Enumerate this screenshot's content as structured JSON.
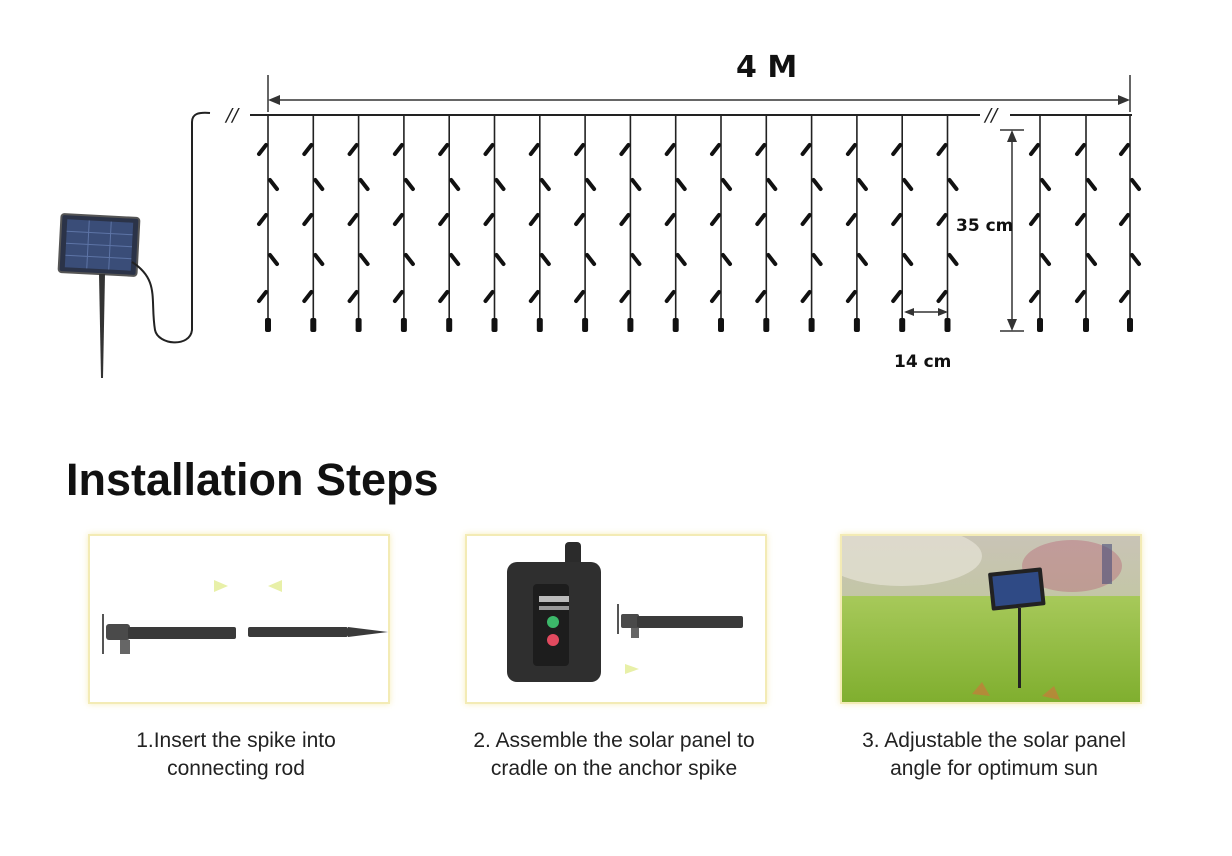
{
  "diagram": {
    "width_label": "4 M",
    "height_label": "35 cm",
    "spacing_label": "14 cm",
    "break_mark": "//"
  },
  "installation": {
    "title": "Installation Steps",
    "steps": [
      {
        "line1": "1.Insert the spike into",
        "line2": "connecting rod"
      },
      {
        "line1": "2. Assemble the solar panel to",
        "line2": "cradle on the anchor spike"
      },
      {
        "line1": "3. Adjustable the solar panel",
        "line2": "angle for optimum sun"
      }
    ]
  },
  "colors": {
    "card_border": "#f3ebb5",
    "panel": "#2b3a55",
    "grass": "#8fbf3a"
  }
}
